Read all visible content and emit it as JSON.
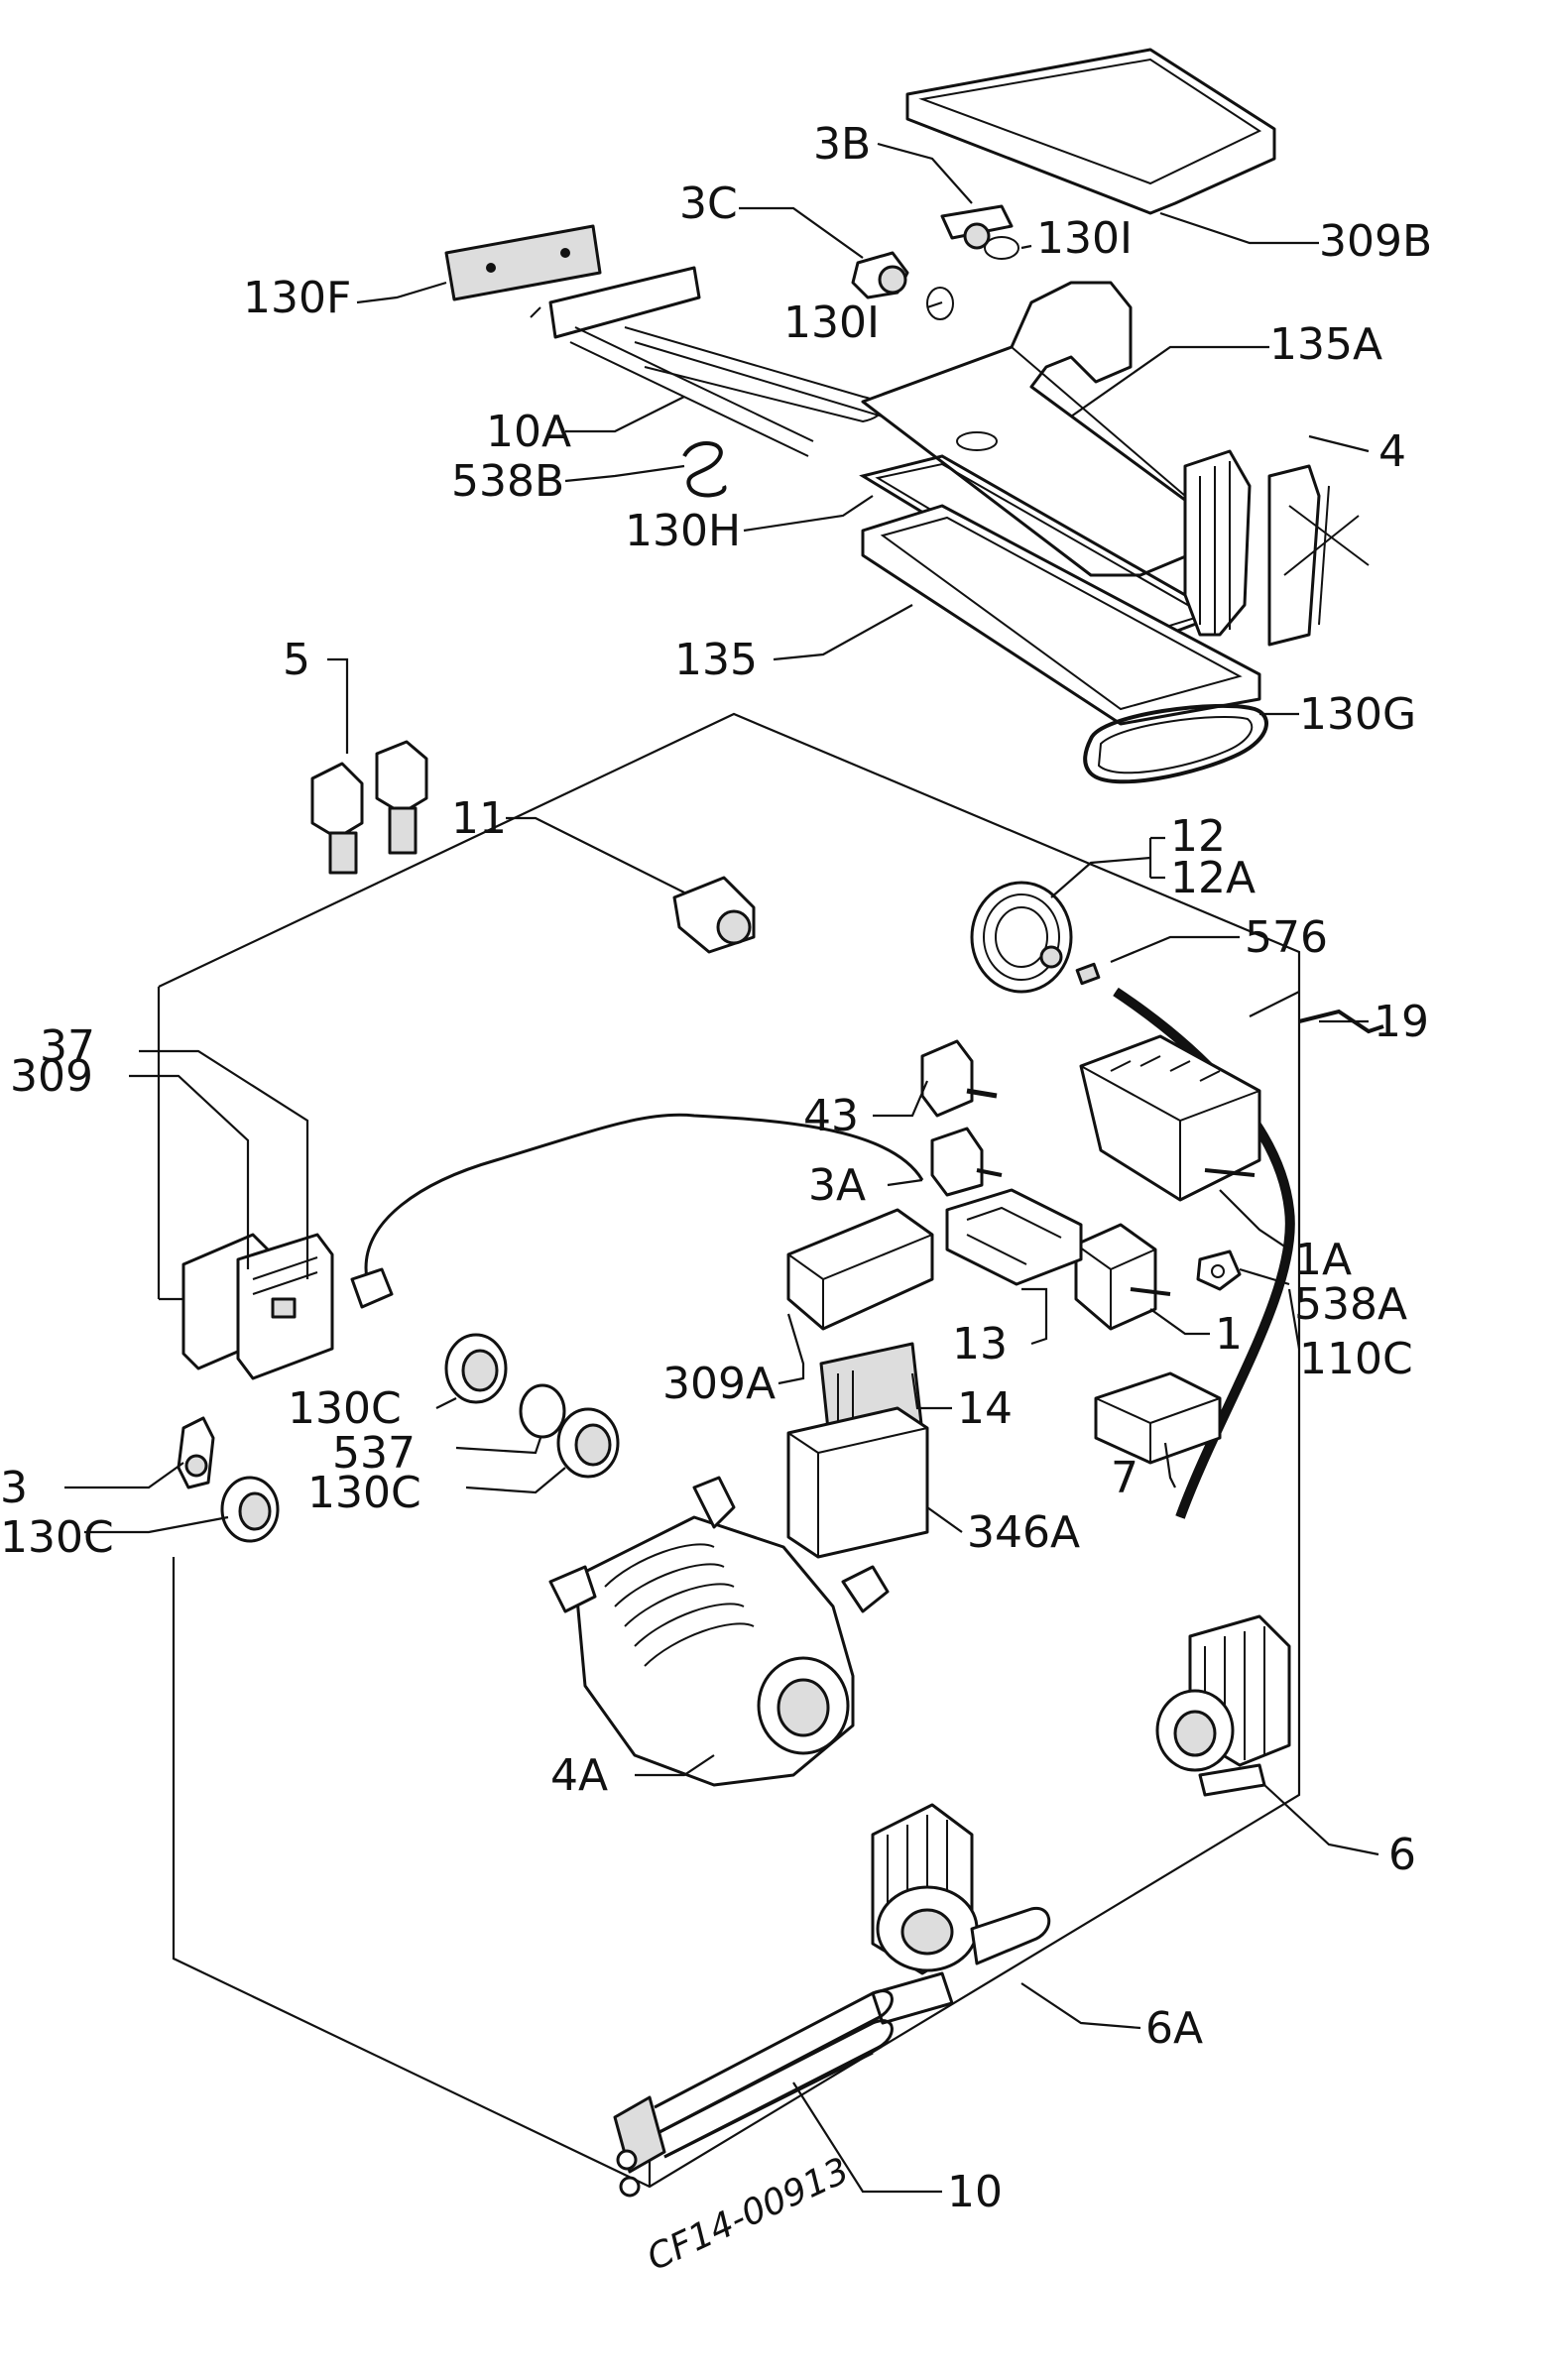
{
  "labels": [
    {
      "id": "l309b",
      "text": "309B"
    },
    {
      "id": "l3b",
      "text": "3B"
    },
    {
      "id": "l3c",
      "text": "3C"
    },
    {
      "id": "l130i_a",
      "text": "130I"
    },
    {
      "id": "l130i_b",
      "text": "130I"
    },
    {
      "id": "l130f",
      "text": "130F"
    },
    {
      "id": "l135a",
      "text": "135A"
    },
    {
      "id": "l10a",
      "text": "10A"
    },
    {
      "id": "l538b",
      "text": "538B"
    },
    {
      "id": "l4",
      "text": "4"
    },
    {
      "id": "l130h",
      "text": "130H"
    },
    {
      "id": "l135",
      "text": "135"
    },
    {
      "id": "l5",
      "text": "5"
    },
    {
      "id": "l130g",
      "text": "130G"
    },
    {
      "id": "l11",
      "text": "11"
    },
    {
      "id": "l12",
      "text": "12"
    },
    {
      "id": "l12a",
      "text": "12A"
    },
    {
      "id": "l576",
      "text": "576"
    },
    {
      "id": "l37",
      "text": "37"
    },
    {
      "id": "l309",
      "text": "309"
    },
    {
      "id": "l19",
      "text": "19"
    },
    {
      "id": "l43",
      "text": "43"
    },
    {
      "id": "l3a",
      "text": "3A"
    },
    {
      "id": "l1a",
      "text": "1A"
    },
    {
      "id": "l538a",
      "text": "538A"
    },
    {
      "id": "l13",
      "text": "13"
    },
    {
      "id": "l1",
      "text": "1"
    },
    {
      "id": "l110c",
      "text": "110C"
    },
    {
      "id": "l309a",
      "text": "309A"
    },
    {
      "id": "l14",
      "text": "14"
    },
    {
      "id": "l130c_a",
      "text": "130C"
    },
    {
      "id": "l537",
      "text": "537"
    },
    {
      "id": "l7",
      "text": "7"
    },
    {
      "id": "l130c_b",
      "text": "130C"
    },
    {
      "id": "l3",
      "text": "3"
    },
    {
      "id": "l130c_c",
      "text": "130C"
    },
    {
      "id": "l346a",
      "text": "346A"
    },
    {
      "id": "l4a",
      "text": "4A"
    },
    {
      "id": "l6",
      "text": "6"
    },
    {
      "id": "l6a",
      "text": "6A"
    },
    {
      "id": "l10",
      "text": "10"
    }
  ],
  "drawing_code": "CF14-00913"
}
